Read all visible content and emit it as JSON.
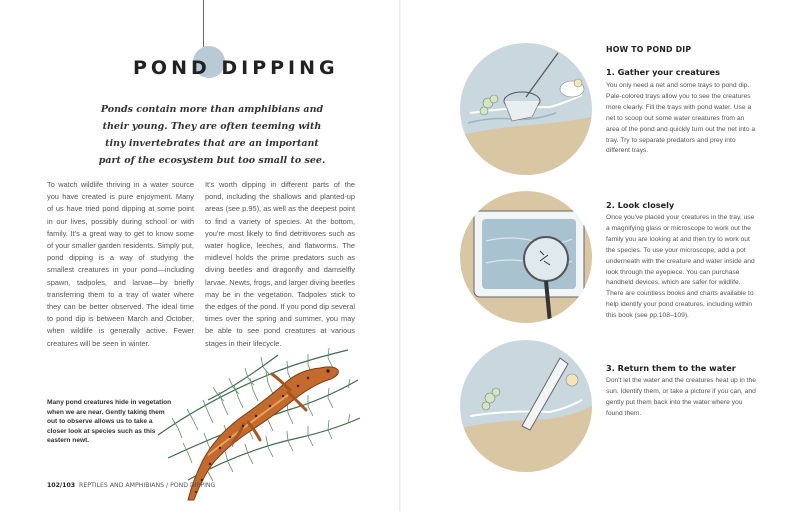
{
  "left_page": {
    "title": "POND DIPPING",
    "intro": "Ponds contain more than amphibians and their young. They are often teeming with tiny invertebrates that are an important part of the ecosystem but too small to see.",
    "col1": "To watch wildlife thriving in a water source you have created is pure enjoyment. Many of us have tried pond dipping at some point in our lives, possibly during school or with family. It's a great way to get to know some of your smaller garden residents. Simply put, pond dipping is a way of studying the smallest creatures in your pond—including spawn, tadpoles, and larvae—by briefly transferring them to a tray of water where they can be better observed. The ideal time to pond dip is between March and October, when wildlife is generally active. Fewer creatures will be seen in winter.",
    "col2": "It's worth dipping in different parts of the pond, including the shallows and planted-up areas (see p.95), as well as the deepest point to find a variety of species. At the bottom, you're most likely to find detritivores such as water hoglice, leeches, and flatworms. The midlevel holds the prime predators such as diving beetles and dragonfly and damselfly larvae. Newts, frogs, and larger diving beetles may be in the vegetation. Tadpoles stick to the edges of the pond. If you pond dip several times over the spring and summer, you may be able to see pond creatures at various stages in their lifecycle.",
    "caption": "Many pond creatures hide in vegetation when we are near. Gently taking them out to observe allows us to take a closer look at species such as this eastern newt.",
    "footer_pages": "102/103",
    "footer_section": "REPTILES AND AMPHIBIANS / POND DIPPING"
  },
  "right_page": {
    "heading": "HOW TO POND DIP",
    "steps": [
      {
        "title": "1. Gather your creatures",
        "text": "You only need a net and some trays to pond dip. Pale-colored trays allow you to see the creatures more clearly. Fill the trays with pond water. Use a net to scoop out some water creatures from an area of the pond and quickly turn out the net into a tray. Try to separate predators and prey into different trays."
      },
      {
        "title": "2. Look closely",
        "text": "Once you've placed your creatures in the tray, use a magnifying glass or microscope to work out the family you are looking at and then try to work out the species. To use your microscope, add a pot underneath with the creature and water inside and look through the eyepiece. You can purchase handheld devices, which are safer for wildlife. There are countless books and charts available to help identify your pond creatures, including within this book (see pp.108–109)."
      },
      {
        "title": "3. Return them to the water",
        "text": "Don't let the water and the creatures heat up in the sun. Identify them, or take a picture if you can, and gently put them back into the water where you found them."
      }
    ]
  },
  "colors": {
    "title_dot": "#b8cad6",
    "circle_sky": "#c9d7de",
    "circle_soil": "#d9c7a4",
    "newt": "#c46a2c"
  }
}
